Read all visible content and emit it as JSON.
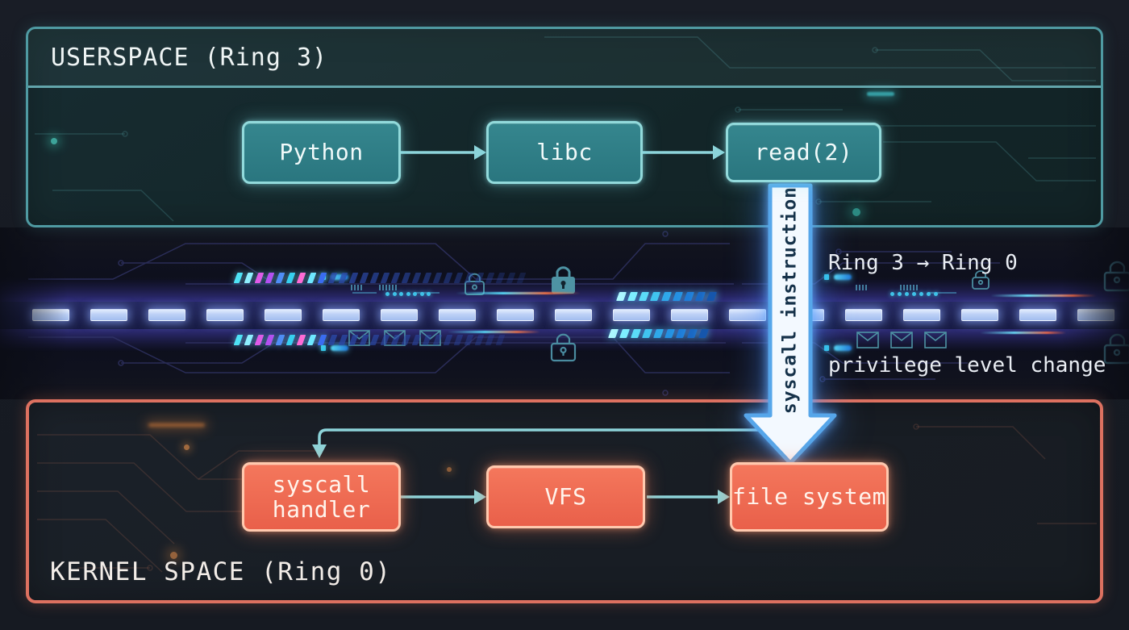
{
  "userspace": {
    "title": "USERSPACE (Ring 3)",
    "nodes": [
      {
        "label": "Python"
      },
      {
        "label": "libc"
      },
      {
        "label": "read(2)"
      }
    ]
  },
  "syscall_arrow": {
    "label": "syscall instruction"
  },
  "barrier": {
    "ring_transition": "Ring 3 → Ring 0",
    "privilege_note": "privilege level change",
    "icons": [
      "lock-icon",
      "envelope-icon"
    ]
  },
  "kernel": {
    "title": "KERNEL SPACE (Ring 0)",
    "nodes": [
      {
        "label": "syscall handler"
      },
      {
        "label": "VFS"
      },
      {
        "label": "file system"
      }
    ]
  },
  "colors": {
    "userspace_accent": "#4f9aa2",
    "userspace_chip": "#2e7f88",
    "kernel_accent": "#dd7160",
    "kernel_chip": "#ee6b51",
    "barrier_dash": "#b9cdf4",
    "syscall_arrow_stroke": "#56a6ea"
  }
}
